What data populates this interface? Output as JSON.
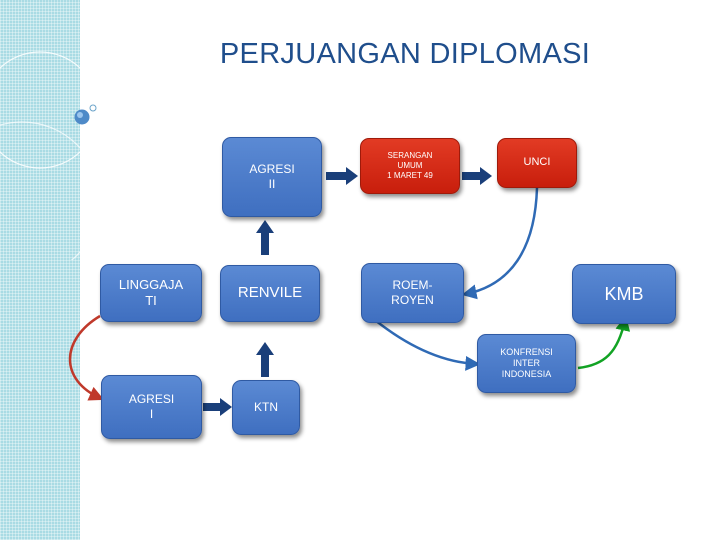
{
  "slide": {
    "title": "PERJUANGAN DIPLOMASI"
  },
  "nodes": {
    "agresi_2": "AGRESI\nII",
    "serangan_umum": "SERANGAN\nUMUM\n1 MARET 49",
    "unci": "UNCI",
    "linggajati": "LINGGAJA\nTI",
    "renvile": "RENVILE",
    "roem_royen": "ROEM-\nROYEN",
    "kmb": "KMB",
    "konfrensi": "KONFRENSI\nINTER\nINDONESIA",
    "agresi_1": "AGRESI\nI",
    "ktn": "KTN"
  },
  "colors": {
    "blue_box": "#4a7bcf",
    "red_box": "#d62a15",
    "green_box": "#12a824",
    "arrow_blue": "#2f6ab5",
    "arrow_green": "#12a324",
    "arrow_red": "#c0392b",
    "title": "#1f4e8c",
    "sidebar": "#a9dbe4"
  }
}
